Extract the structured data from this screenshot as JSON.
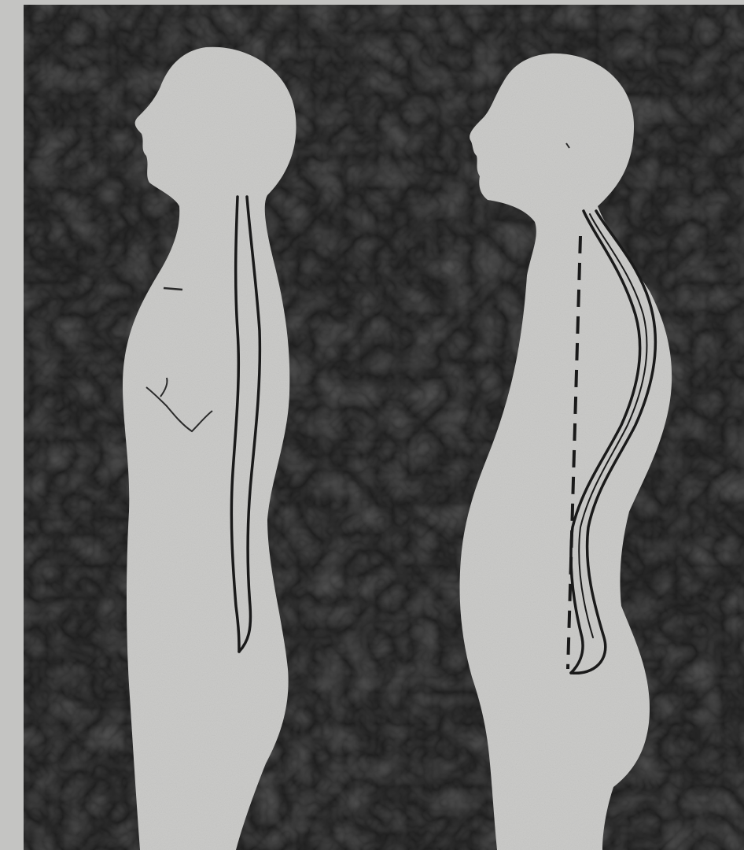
{
  "figure": {
    "kind": "posture-comparison-engraving",
    "colors": {
      "background": "#1e1e1e",
      "paper": "#c4c4c2",
      "figure_fill": "#c8c8c6",
      "spine_line": "#1a1a1a"
    },
    "figures": [
      {
        "name": "upright-posture",
        "spine": "straight"
      },
      {
        "name": "slouched-posture",
        "spine": "exaggerated-curve",
        "reference_line": "dashed-vertical"
      }
    ]
  }
}
